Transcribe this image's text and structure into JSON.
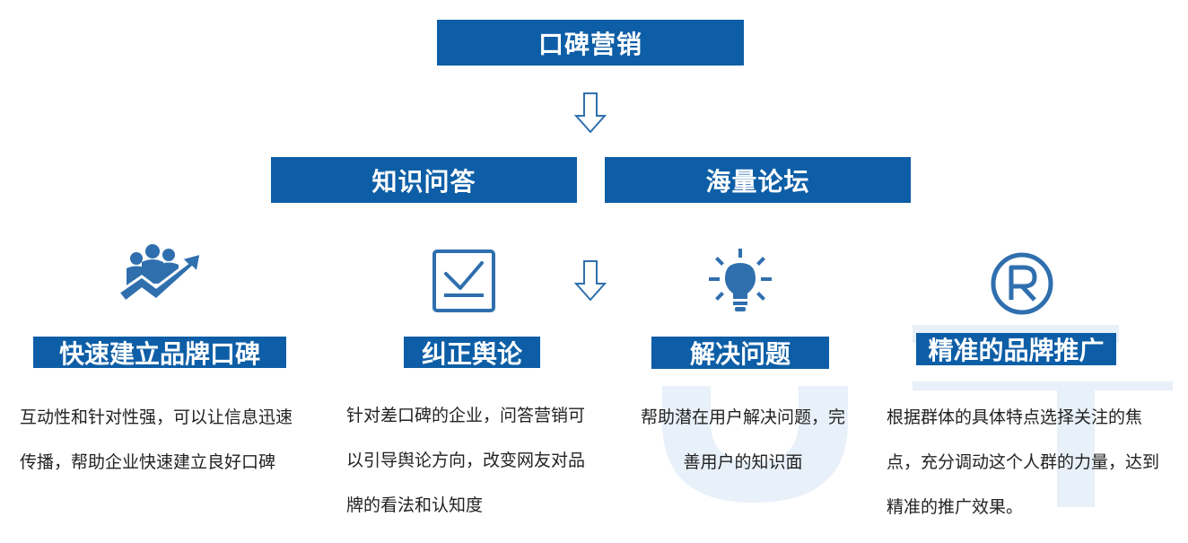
{
  "top": {
    "title": "口碑营销"
  },
  "mid": {
    "left": "知识问答",
    "right": "海量论坛"
  },
  "columns": [
    {
      "title": "快速建立品牌口碑",
      "icon": "growth-people-icon",
      "desc": "互动性和针对性强，可以让信息迅速传播，帮助企业快速建立良好口碑"
    },
    {
      "title": "纠正舆论",
      "icon": "checkbox-icon",
      "desc": "针对差口碑的企业，问答营销可以引导舆论方向，改变网友对品牌的看法和认知度"
    },
    {
      "title": "解决问题",
      "icon": "lightbulb-icon",
      "desc": "帮助潜在用户解决问题，完善用户的知识面"
    },
    {
      "title": "精准的品牌推广",
      "icon": "registered-trademark-icon",
      "desc": "根据群体的具体特点选择关注的焦点，充分调动这个人群的力量，达到精准的推广效果。"
    }
  ],
  "colors": {
    "primary": "#0d5ea6",
    "icon": "#2f6fae",
    "watermark": "#e8f0f9"
  }
}
